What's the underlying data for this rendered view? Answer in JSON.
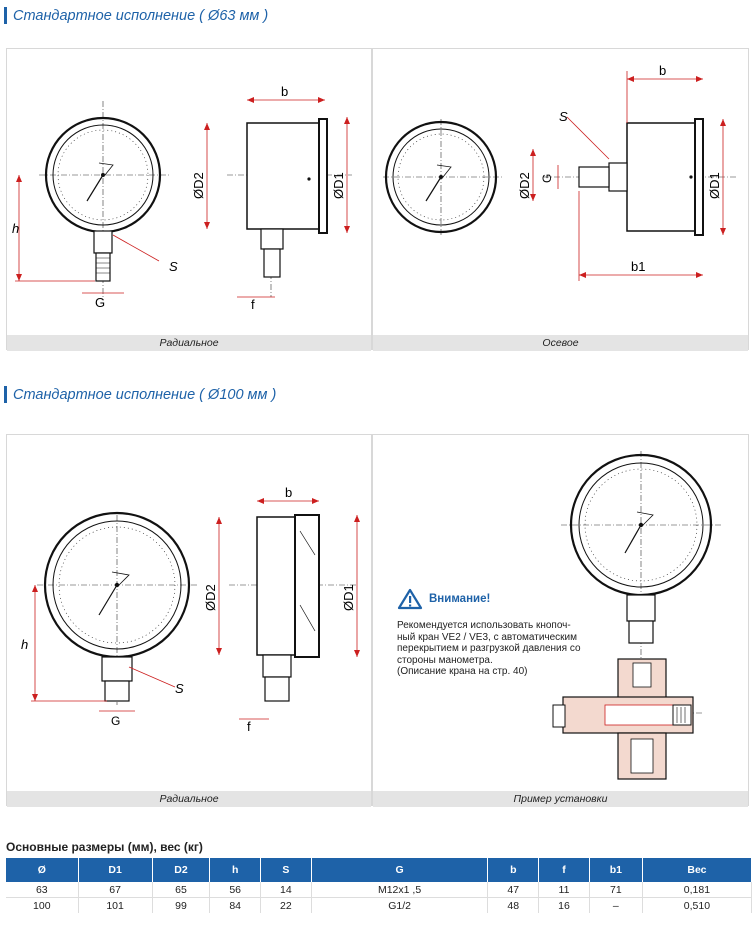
{
  "section1": {
    "title": "Стандартное исполнение ( Ø63 мм )"
  },
  "section2": {
    "title": "Стандартное исполнение ( Ø100 мм )"
  },
  "captions": {
    "radial_63": "Радиальное",
    "axial_63": "Осевое",
    "radial_100": "Радиальное",
    "install_100": "Пример установки"
  },
  "labels": {
    "h": "h",
    "S": "S",
    "G": "G",
    "b": "b",
    "f": "f",
    "b1": "b1",
    "D1": "ØD1",
    "D2": "ØD2"
  },
  "warning": {
    "title": "Внимание!",
    "lines": [
      "Рекомендуется использовать кнопоч-",
      "ный кран VE2 / VE3, с автоматическим",
      "перекрытием и разгрузкой давления со",
      "стороны манометра.",
      "(Описание крана на стр. 40)"
    ]
  },
  "table": {
    "title": "Основные размеры (мм), вес (кг)",
    "headers": [
      "Ø",
      "D1",
      "D2",
      "h",
      "S",
      "G",
      "b",
      "f",
      "b1",
      "Вес"
    ],
    "rows": [
      [
        "63",
        "67",
        "65",
        "56",
        "14",
        "M12x1 ,5",
        "47",
        "11",
        "71",
        "0,181"
      ],
      [
        "100",
        "101",
        "99",
        "84",
        "22",
        "G1/2",
        "48",
        "16",
        "–",
        "0,510"
      ]
    ]
  },
  "colors": {
    "accent": "#1e62a8",
    "dimension": "#cc1f1f",
    "caption_bg": "#e4e4e4"
  }
}
